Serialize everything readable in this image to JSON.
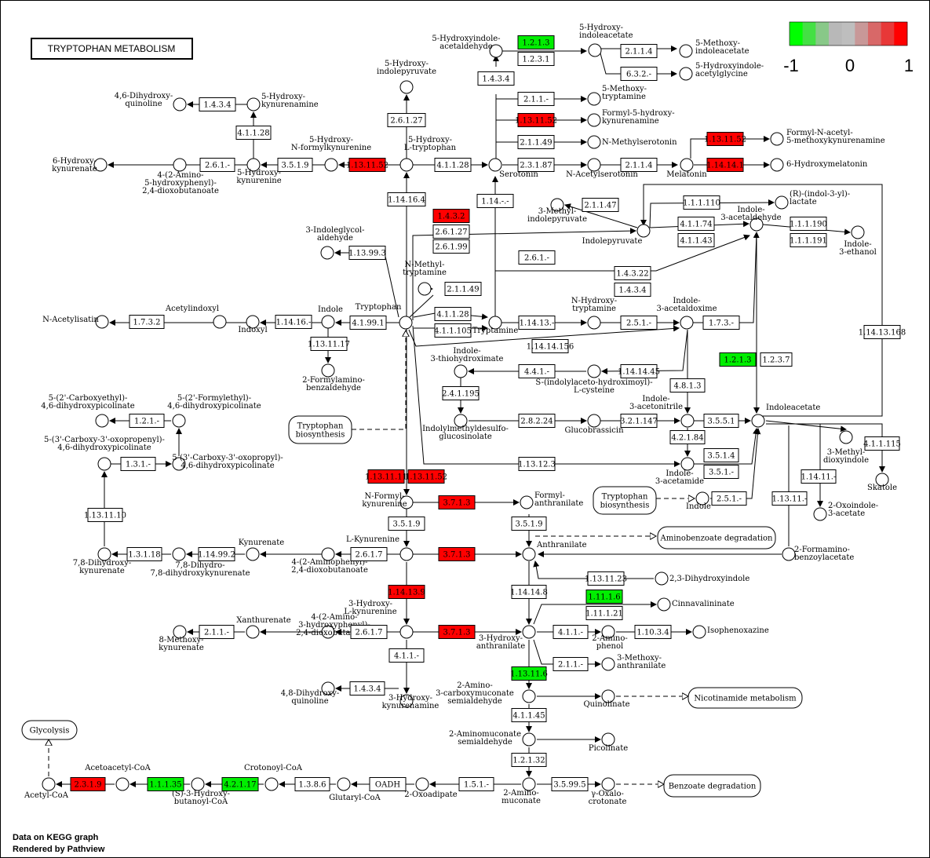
{
  "title": "TRYPTOPHAN METABOLISM",
  "legend": {
    "min_label": "-1",
    "mid_label": "0",
    "max_label": "1",
    "colors": [
      "#00ff00",
      "#44e044",
      "#88c888",
      "#b8b8b8",
      "#bebebe",
      "#c89898",
      "#d86868",
      "#e83838",
      "#ff0000"
    ]
  },
  "footer": [
    "Data on KEGG graph",
    "Rendered by Pathview"
  ],
  "colors": {
    "up": "#ff0000",
    "down": "#00ee00",
    "none": "#ffffff"
  },
  "enzymes": [
    {
      "id": "e1",
      "label": "1.2.1.3",
      "state": "down"
    },
    {
      "id": "e2",
      "label": "1.2.3.1",
      "state": "none"
    },
    {
      "id": "e3",
      "label": "1.4.3.4",
      "state": "none"
    },
    {
      "id": "e4",
      "label": "2.1.1.4",
      "state": "none"
    },
    {
      "id": "e5",
      "label": "6.3.2.-",
      "state": "none"
    },
    {
      "id": "e6",
      "label": "1.4.3.4",
      "state": "none"
    },
    {
      "id": "e7",
      "label": "4.1.1.28",
      "state": "none"
    },
    {
      "id": "e8",
      "label": "2.6.1.27",
      "state": "none"
    },
    {
      "id": "e9",
      "label": "2.1.1.-",
      "state": "none"
    },
    {
      "id": "e10",
      "label": "1.13.11.52",
      "state": "up"
    },
    {
      "id": "e11",
      "label": "2.1.1.49",
      "state": "none"
    },
    {
      "id": "e12",
      "label": "2.3.1.87",
      "state": "none"
    },
    {
      "id": "e13",
      "label": "2.1.1.4",
      "state": "none"
    },
    {
      "id": "e14",
      "label": "1.13.11.52",
      "state": "up"
    },
    {
      "id": "e15",
      "label": "1.14.14.1",
      "state": "up"
    },
    {
      "id": "e16",
      "label": "2.6.1.-",
      "state": "none"
    },
    {
      "id": "e17",
      "label": "3.5.1.9",
      "state": "none"
    },
    {
      "id": "e18",
      "label": "1.13.11.52",
      "state": "up"
    },
    {
      "id": "e19",
      "label": "4.1.1.28",
      "state": "none"
    },
    {
      "id": "e20",
      "label": "1.14.16.4",
      "state": "none"
    },
    {
      "id": "e21",
      "label": "1.14.-.-",
      "state": "none"
    },
    {
      "id": "e22",
      "label": "2.1.1.47",
      "state": "none"
    },
    {
      "id": "e23",
      "label": "1.1.1.110",
      "state": "none"
    },
    {
      "id": "e24",
      "label": "1.4.3.2",
      "state": "up"
    },
    {
      "id": "e25",
      "label": "2.6.1.27",
      "state": "none"
    },
    {
      "id": "e26",
      "label": "2.6.1.99",
      "state": "none"
    },
    {
      "id": "e27",
      "label": "4.1.1.74",
      "state": "none"
    },
    {
      "id": "e28",
      "label": "4.1.1.43",
      "state": "none"
    },
    {
      "id": "e29",
      "label": "1.1.1.190",
      "state": "none"
    },
    {
      "id": "e30",
      "label": "1.1.1.191",
      "state": "none"
    },
    {
      "id": "e31",
      "label": "1.13.99.3",
      "state": "none"
    },
    {
      "id": "e32",
      "label": "2.6.1.-",
      "state": "none"
    },
    {
      "id": "e33",
      "label": "1.4.3.22",
      "state": "none"
    },
    {
      "id": "e34",
      "label": "1.4.3.4",
      "state": "none"
    },
    {
      "id": "e35",
      "label": "2.1.1.49",
      "state": "none"
    },
    {
      "id": "e36",
      "label": "1.7.3.2",
      "state": "none"
    },
    {
      "id": "e37",
      "label": "1.14.16.-",
      "state": "none"
    },
    {
      "id": "e38",
      "label": "4.1.99.1",
      "state": "none"
    },
    {
      "id": "e39",
      "label": "4.1.1.28",
      "state": "none"
    },
    {
      "id": "e40",
      "label": "4.1.1.105",
      "state": "none"
    },
    {
      "id": "e41",
      "label": "1.14.13.-",
      "state": "none"
    },
    {
      "id": "e42",
      "label": "2.5.1.-",
      "state": "none"
    },
    {
      "id": "e43",
      "label": "1.7.3.-",
      "state": "none"
    },
    {
      "id": "e44",
      "label": "1.14.14.156",
      "state": "none"
    },
    {
      "id": "e45",
      "label": "1.14.13.168",
      "state": "none"
    },
    {
      "id": "e46",
      "label": "1.13.11.17",
      "state": "none"
    },
    {
      "id": "e47",
      "label": "1.2.1.3",
      "state": "down"
    },
    {
      "id": "e48",
      "label": "1.2.3.7",
      "state": "none"
    },
    {
      "id": "e49",
      "label": "4.4.1.-",
      "state": "none"
    },
    {
      "id": "e50",
      "label": "1.14.14.45",
      "state": "none"
    },
    {
      "id": "e51",
      "label": "2.4.1.195",
      "state": "none"
    },
    {
      "id": "e52",
      "label": "4.8.1.3",
      "state": "none"
    },
    {
      "id": "e53",
      "label": "1.2.1.-",
      "state": "none"
    },
    {
      "id": "e54",
      "label": "2.8.2.24",
      "state": "none"
    },
    {
      "id": "e55",
      "label": "3.2.1.147",
      "state": "none"
    },
    {
      "id": "e56",
      "label": "3.5.5.1",
      "state": "none"
    },
    {
      "id": "e57",
      "label": "4.2.1.84",
      "state": "none"
    },
    {
      "id": "e58",
      "label": "3.5.1.4",
      "state": "none"
    },
    {
      "id": "e59",
      "label": "3.5.1.-",
      "state": "none"
    },
    {
      "id": "e60",
      "label": "4.1.1.115",
      "state": "none"
    },
    {
      "id": "e61",
      "label": "1.3.1.-",
      "state": "none"
    },
    {
      "id": "e62",
      "label": "1.13.12.3",
      "state": "none"
    },
    {
      "id": "e63",
      "label": "1.14.11.-",
      "state": "none"
    },
    {
      "id": "e64",
      "label": "1.13.11.11",
      "state": "up"
    },
    {
      "id": "e65",
      "label": "1.13.11.52",
      "state": "up"
    },
    {
      "id": "e66",
      "label": "2.5.1.-",
      "state": "none"
    },
    {
      "id": "e67",
      "label": "3.7.1.3",
      "state": "up"
    },
    {
      "id": "e68",
      "label": "1.13.11.-",
      "state": "none"
    },
    {
      "id": "e69",
      "label": "1.13.11.10",
      "state": "none"
    },
    {
      "id": "e70",
      "label": "3.5.1.9",
      "state": "none"
    },
    {
      "id": "e71",
      "label": "3.5.1.9",
      "state": "none"
    },
    {
      "id": "e72",
      "label": "2.6.1.7",
      "state": "none"
    },
    {
      "id": "e73",
      "label": "3.7.1.3",
      "state": "up"
    },
    {
      "id": "e74",
      "label": "1.3.1.18",
      "state": "none"
    },
    {
      "id": "e75",
      "label": "1.14.99.2",
      "state": "none"
    },
    {
      "id": "e76",
      "label": "1.13.11.23",
      "state": "none"
    },
    {
      "id": "e77",
      "label": "1.14.13.9",
      "state": "up"
    },
    {
      "id": "e78",
      "label": "1.14.14.8",
      "state": "none"
    },
    {
      "id": "e79",
      "label": "1.11.1.6",
      "state": "down"
    },
    {
      "id": "e80",
      "label": "1.11.1.21",
      "state": "none"
    },
    {
      "id": "e81",
      "label": "2.1.1.-",
      "state": "none"
    },
    {
      "id": "e82",
      "label": "2.6.1.7",
      "state": "none"
    },
    {
      "id": "e83",
      "label": "3.7.1.3",
      "state": "up"
    },
    {
      "id": "e84",
      "label": "4.1.1.-",
      "state": "none"
    },
    {
      "id": "e85",
      "label": "1.10.3.4",
      "state": "none"
    },
    {
      "id": "e86",
      "label": "4.1.1.-",
      "state": "none"
    },
    {
      "id": "e87",
      "label": "2.1.1.-",
      "state": "none"
    },
    {
      "id": "e88",
      "label": "1.4.3.4",
      "state": "none"
    },
    {
      "id": "e89",
      "label": "1.13.11.6",
      "state": "down"
    },
    {
      "id": "e90",
      "label": "4.1.1.45",
      "state": "none"
    },
    {
      "id": "e91",
      "label": "1.2.1.32",
      "state": "none"
    },
    {
      "id": "e92",
      "label": "2.3.1.9",
      "state": "up"
    },
    {
      "id": "e93",
      "label": "1.1.1.35",
      "state": "down"
    },
    {
      "id": "e94",
      "label": "4.2.1.17",
      "state": "down"
    },
    {
      "id": "e95",
      "label": "1.3.8.6",
      "state": "none"
    },
    {
      "id": "e96",
      "label": "OADH",
      "state": "none"
    },
    {
      "id": "e97",
      "label": "1.5.1.-",
      "state": "none"
    },
    {
      "id": "e98",
      "label": "3.5.99.5",
      "state": "none"
    }
  ],
  "compounds": [
    {
      "id": "c1",
      "label": [
        "5-Hydroxyindole-",
        "acetaldehyde"
      ]
    },
    {
      "id": "c2",
      "label": [
        "5-Hydroxy-",
        "indoleacetate"
      ]
    },
    {
      "id": "c3",
      "label": [
        "5-Methoxy-",
        "indoleacetate"
      ]
    },
    {
      "id": "c4",
      "label": [
        "5-Hydroxyindole-",
        "acetylglycine"
      ]
    },
    {
      "id": "c5",
      "label": [
        "5-Hydroxy-",
        "indolepyruvate"
      ]
    },
    {
      "id": "c6",
      "label": [
        "4,6-Dihydroxy-",
        "quinoline"
      ]
    },
    {
      "id": "c7",
      "label": [
        "5-Hydroxy-",
        "kynurenamine"
      ]
    },
    {
      "id": "c8",
      "label": [
        "5-Methoxy-",
        "tryptamine"
      ]
    },
    {
      "id": "c9",
      "label": [
        "Formyl-5-hydroxy-",
        "kynurenamine"
      ]
    },
    {
      "id": "c10",
      "label": [
        "N-Methylserotonin"
      ]
    },
    {
      "id": "c11",
      "label": [
        "Formyl-N-acetyl-",
        "5-methoxykynurenamine"
      ]
    },
    {
      "id": "c12",
      "label": [
        "6-Hydroxy-",
        "kynurenate"
      ]
    },
    {
      "id": "c13",
      "label": [
        "4-(2-Amino-",
        "5-hydroxyphenyl)-",
        "2,4-dioxobutanoate"
      ]
    },
    {
      "id": "c14",
      "label": [
        "5-Hydroxy-",
        "kynurenine"
      ]
    },
    {
      "id": "c15",
      "label": [
        "5-Hydroxy-",
        "N-formylkynurenine"
      ]
    },
    {
      "id": "c16",
      "label": [
        "5-Hydroxy-",
        "L-tryptophan"
      ]
    },
    {
      "id": "c17",
      "label": [
        "Serotonin"
      ]
    },
    {
      "id": "c18",
      "label": [
        "N-Acetylserotonin"
      ]
    },
    {
      "id": "c19",
      "label": [
        "Melatonin"
      ]
    },
    {
      "id": "c20",
      "label": [
        "6-Hydroxymelatonin"
      ]
    },
    {
      "id": "c21",
      "label": [
        "3-Methyl-",
        "indolepyruvate"
      ]
    },
    {
      "id": "c22",
      "label": [
        "(R)-(indol-3-yl)-",
        "lactate"
      ]
    },
    {
      "id": "c23",
      "label": [
        "Indole-",
        "3-acetaldehyde"
      ]
    },
    {
      "id": "c24",
      "label": [
        "Indole-",
        "3-ethanol"
      ]
    },
    {
      "id": "c25",
      "label": [
        "Indolepyruvate"
      ]
    },
    {
      "id": "c26",
      "label": [
        "3-Indoleglycol-",
        "aldehyde"
      ]
    },
    {
      "id": "c27",
      "label": [
        "N-Methyl-",
        "tryptamine"
      ]
    },
    {
      "id": "c28",
      "label": [
        "N-Acetylisatin"
      ]
    },
    {
      "id": "c29",
      "label": [
        "Acetylindoxyl"
      ]
    },
    {
      "id": "c30",
      "label": [
        "Indoxyl"
      ]
    },
    {
      "id": "c31",
      "label": [
        "Indole"
      ]
    },
    {
      "id": "c32",
      "label": [
        "Tryptophan"
      ]
    },
    {
      "id": "c33",
      "label": [
        "Tryptamine"
      ]
    },
    {
      "id": "c34",
      "label": [
        "N-Hydroxy-",
        "tryptamine"
      ]
    },
    {
      "id": "c35",
      "label": [
        "Indole-",
        "3-acetaldoxime"
      ]
    },
    {
      "id": "c36",
      "label": [
        "2-Formylamino-",
        "benzaldehyde"
      ]
    },
    {
      "id": "c37",
      "label": [
        "Indole-",
        "3-thiohydroximate"
      ]
    },
    {
      "id": "c38",
      "label": [
        "S-(indolylaceto-hydroximoyl)-",
        "L-cysteine"
      ]
    },
    {
      "id": "c39",
      "label": [
        "5-(2'-Carboxyethyl)-",
        "4,6-dihydroxypicolinate"
      ]
    },
    {
      "id": "c40",
      "label": [
        "5-(2'-Formylethyl)-",
        "4,6-dihydroxypicolinate"
      ]
    },
    {
      "id": "c41",
      "label": [
        "Indolylmethyldesulfo-",
        "glucosinolate"
      ]
    },
    {
      "id": "c42",
      "label": [
        "Glucobrassicin"
      ]
    },
    {
      "id": "c43",
      "label": [
        "Indole-",
        "3-acetonitrile"
      ]
    },
    {
      "id": "c44",
      "label": [
        "Indoleacetate"
      ]
    },
    {
      "id": "c45",
      "label": [
        "5-(3'-Carboxy-3'-oxopropenyl)-",
        "4,6-dihydroxypicolinate"
      ]
    },
    {
      "id": "c46",
      "label": [
        "5-(3'-Carboxy-3'-oxopropyl)-",
        "4,6-dihydroxypicolinate"
      ]
    },
    {
      "id": "c47",
      "label": [
        "3-Methyl-",
        "dioxyindole"
      ]
    },
    {
      "id": "c48",
      "label": [
        "Skatole"
      ]
    },
    {
      "id": "c49",
      "label": [
        "Indole-",
        "3-acetamide"
      ]
    },
    {
      "id": "c50",
      "label": [
        "Indole"
      ]
    },
    {
      "id": "c51",
      "label": [
        "2-Oxoindole-",
        "3-acetate"
      ]
    },
    {
      "id": "c52",
      "label": [
        "N-Formyl-",
        "kynurenine"
      ]
    },
    {
      "id": "c53",
      "label": [
        "Formyl-",
        "anthranilate"
      ]
    },
    {
      "id": "c54",
      "label": [
        "L-Kynurenine"
      ]
    },
    {
      "id": "c55",
      "label": [
        "Anthranilate"
      ]
    },
    {
      "id": "c56",
      "label": [
        "2-Formamino-",
        "benzoylacetate"
      ]
    },
    {
      "id": "c57",
      "label": [
        "Kynurenate"
      ]
    },
    {
      "id": "c58",
      "label": [
        "7,8-Dihydro-",
        "7,8-dihydroxykynurenate"
      ]
    },
    {
      "id": "c59",
      "label": [
        "7,8-Dihydroxy-",
        "kynurenate"
      ]
    },
    {
      "id": "c60",
      "label": [
        "4-(2-Aminophenyl)-",
        "2,4-dioxobutanoate"
      ]
    },
    {
      "id": "c61",
      "label": [
        "2,3-Dihydroxyindole"
      ]
    },
    {
      "id": "c62",
      "label": [
        "Cinnavalininate"
      ]
    },
    {
      "id": "c63",
      "label": [
        "3-Hydroxy-",
        "L-kynurenine"
      ]
    },
    {
      "id": "c64",
      "label": [
        "Xanthurenate"
      ]
    },
    {
      "id": "c65",
      "label": [
        "8-Methoxy-",
        "kynurenate"
      ]
    },
    {
      "id": "c66",
      "label": [
        "4-(2-Amino-",
        "3-hydroxyphenyl)-",
        "2,4-dioxobutanoate"
      ]
    },
    {
      "id": "c67",
      "label": [
        "3-Hydroxy-",
        "anthranilate"
      ]
    },
    {
      "id": "c68",
      "label": [
        "2-Amino-",
        "phenol"
      ]
    },
    {
      "id": "c69",
      "label": [
        "Isophenoxazine"
      ]
    },
    {
      "id": "c70",
      "label": [
        "3-Methoxy-",
        "anthranilate"
      ]
    },
    {
      "id": "c71",
      "label": [
        "4,8-Dihydroxy-",
        "quinoline"
      ]
    },
    {
      "id": "c72",
      "label": [
        "3-Hydroxy-",
        "kynurenamine"
      ]
    },
    {
      "id": "c73",
      "label": [
        "2-Amino-",
        "3-carboxymuconate",
        "semialdehyde"
      ]
    },
    {
      "id": "c74",
      "label": [
        "Quinolinate"
      ]
    },
    {
      "id": "c75",
      "label": [
        "2-Aminomuconate",
        "semialdehyde"
      ]
    },
    {
      "id": "c76",
      "label": [
        "Picolinate"
      ]
    },
    {
      "id": "c77",
      "label": [
        "Acetyl-CoA"
      ]
    },
    {
      "id": "c78",
      "label": [
        "Acetoacetyl-CoA"
      ]
    },
    {
      "id": "c79",
      "label": [
        "(S)-3-Hydroxy-",
        "butanoyl-CoA"
      ]
    },
    {
      "id": "c80",
      "label": [
        "Crotonoyl-CoA"
      ]
    },
    {
      "id": "c81",
      "label": [
        "Glutaryl-CoA"
      ]
    },
    {
      "id": "c82",
      "label": [
        "2-Oxoadipate"
      ]
    },
    {
      "id": "c83",
      "label": [
        "2-Amino-",
        "muconate"
      ]
    },
    {
      "id": "c84",
      "label": [
        "γ-Oxalo-",
        "crotonate"
      ]
    }
  ],
  "maps": [
    {
      "id": "m1",
      "label": [
        "Tryptophan",
        "biosynthesis"
      ]
    },
    {
      "id": "m2",
      "label": [
        "Tryptophan",
        "biosynthesis"
      ]
    },
    {
      "id": "m3",
      "label": [
        "Aminobenzoate degradation"
      ]
    },
    {
      "id": "m4",
      "label": [
        "Nicotinamide metabolism"
      ]
    },
    {
      "id": "m5",
      "label": [
        "Glycolysis"
      ]
    },
    {
      "id": "m6",
      "label": [
        "Benzoate degradation"
      ]
    }
  ]
}
